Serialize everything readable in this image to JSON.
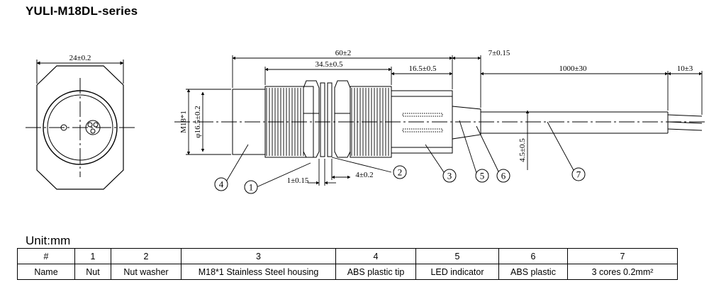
{
  "title": "YULI-M18DL-series",
  "unit_label": "Unit:mm",
  "dimensions": {
    "front_width": "24±0.2",
    "overall_length": "60±2",
    "thread_length": "34.5±0.5",
    "rear_length": "16.5±0.5",
    "tip_length": "7±0.15",
    "cable_length": "1000±30",
    "strip_length": "10±3",
    "thread_label": "M18*1",
    "diameter": "φ16.5±0.2",
    "nut_thickness": "1±0.15",
    "washer_thickness": "4±0.2",
    "cable_diameter": "4.5±0.5"
  },
  "callouts": [
    "1",
    "2",
    "3",
    "4",
    "5",
    "6",
    "7"
  ],
  "table": {
    "header_label": "#",
    "row_label": "Name",
    "numbers": [
      "1",
      "2",
      "3",
      "4",
      "5",
      "6",
      "7"
    ],
    "names": [
      "Nut",
      "Nut washer",
      "M18*1 Stainless Steel housing",
      "ABS plastic tip",
      "LED indicator",
      "ABS plastic",
      "3 cores 0.2mm²"
    ]
  }
}
